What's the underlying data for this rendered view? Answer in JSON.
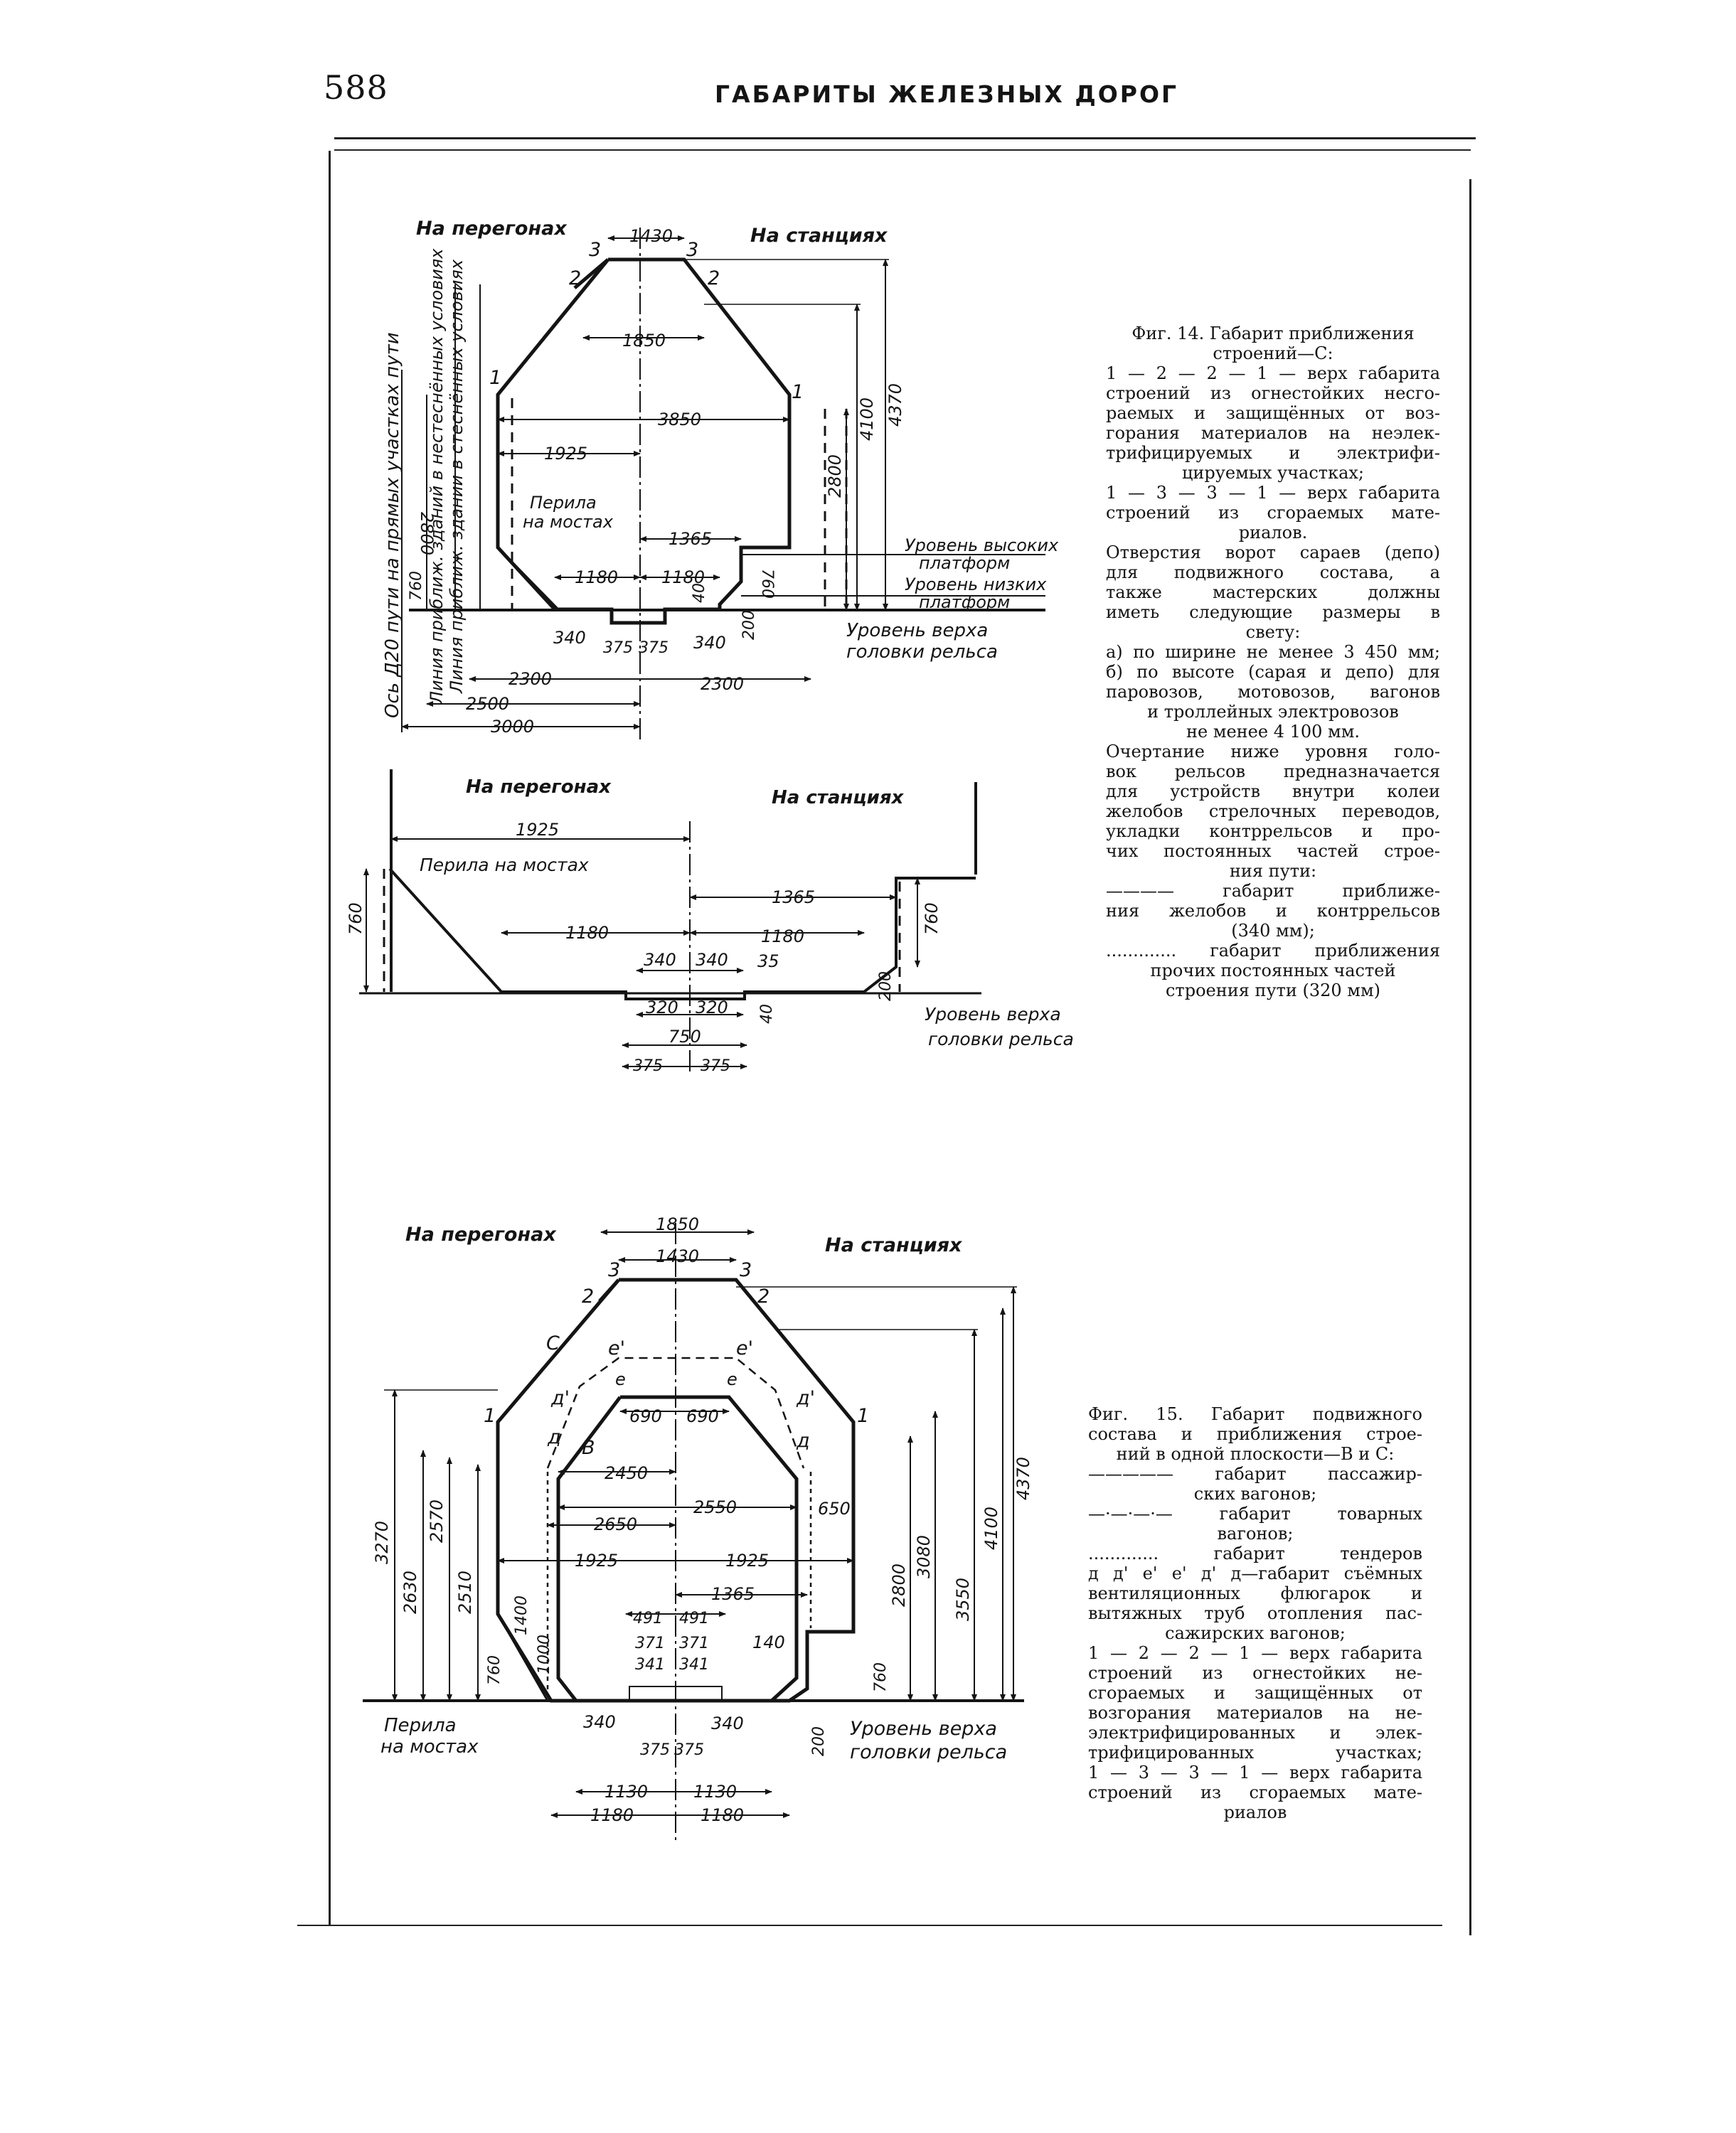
{
  "header": {
    "page_number": "588",
    "running_head": "ГАБАРИТЫ ЖЕЛЕЗНЫХ ДОРОГ"
  },
  "fig14": {
    "labels": {
      "na_peregonah": "На перегонах",
      "na_stantsiyah": "На станциях",
      "perila": "Перила",
      "na_mostah": "на мостах",
      "uroven_vysokih": "Уровень высоких",
      "platform_1": "платформ",
      "uroven_nizkih": "Уровень низких",
      "platform_2": "платформ",
      "uroven_verha": "Уровень верха",
      "golovki_relsa": "головки рельса",
      "axis_text": "Ось Д20 пути на прямых участках пути",
      "line_1": "Линия приближ. зданий в нестеснённых условиях",
      "line_2": "Линия приближ. здании в стеснённых условиях"
    },
    "points": {
      "p1l": "1",
      "p2l": "2",
      "p3l": "3",
      "p3r": "3",
      "p2r": "2",
      "p1r": "1"
    },
    "dims": {
      "d1430": "1430",
      "d1850": "1850",
      "d3850": "3850",
      "d1925": "1925",
      "d1365": "1365",
      "d1180l": "1180",
      "d1180r": "1180",
      "d40": "40",
      "d340l": "340",
      "d375l": "375",
      "d375r": "375",
      "d340r": "340",
      "d2300l": "2300",
      "d2300r": "2300",
      "d2500": "2500",
      "d3000": "3000",
      "d2800l": "2800",
      "d760l": "760",
      "d200": "200",
      "d760r": "760",
      "d2800r": "2800",
      "d4100": "4100",
      "d4370": "4370"
    }
  },
  "fig14_caption": {
    "title_1": "Фиг. 14. Габарит приближения",
    "title_2": "строений—С:",
    "l1": "1 — 2 — 2 — 1 — верх габарита",
    "l2": "строений из огнестойких несго-",
    "l3": "раемых и защищённых от воз-",
    "l4": "горания материалов на неэлек-",
    "l5": "трифицируемых и электрифи-",
    "l6": "цируемых участках;",
    "l7": "1 — 3 — 3 — 1 — верх габарита",
    "l8": "строений из сгораемых мате-",
    "l9": "риалов.",
    "l10": "Отверстия ворот сараев (депо)",
    "l11": "для подвижного состава, а",
    "l12": "также мастерских должны",
    "l13": "иметь следующие размеры в",
    "l14": "свету:",
    "l15": "а) по ширине не менее 3 450 мм;",
    "l16": "б) по высоте (сарая и депо) для",
    "l17": "паровозов, мотовозов, вагонов",
    "l18": "и троллейных электровозов",
    "l19": "не менее 4 100 мм.",
    "l20": "Очертание ниже уровня голо-",
    "l21": "вок рельсов предназначается",
    "l22": "для устройств внутри колеи",
    "l23": "желобов стрелочных переводов,",
    "l24": "укладки контррельсов и про-",
    "l25": "чих постоянных частей строе-",
    "l26": "ния пути:",
    "l27": "———— габарит приближе-",
    "l28": "ния желобов и контррельсов",
    "l29": "(340 мм);",
    "l30": "............. габарит приближения",
    "l31": "прочих постоянных частей",
    "l32": "строения пути (320 мм)"
  },
  "detail": {
    "labels": {
      "na_peregonah": "На перегонах",
      "na_stantsiyah": "На станциях",
      "perila": "Перила на мостах",
      "uroven_verha": "Уровень верха",
      "golovki_relsa": "головки рельса"
    },
    "dims": {
      "d1925": "1925",
      "d1365": "1365",
      "d1180l": "1180",
      "d1180r": "1180",
      "d340l": "340",
      "d340r": "340",
      "d35": "35",
      "d320l": "320",
      "d320r": "320",
      "d750": "750",
      "d375l": "375",
      "d375r": "375",
      "d40": "40",
      "d760l": "760",
      "d760r": "760",
      "d200": "200"
    }
  },
  "fig15": {
    "labels": {
      "na_peregonah": "На перегонах",
      "na_stantsiyah": "На станциях",
      "perila": "Перила",
      "na_mostah": "на мостах",
      "uroven_verha": "Уровень верха",
      "golovki_relsa": "головки рельса"
    },
    "points": {
      "p1l": "1",
      "p2l": "2",
      "p3l": "3",
      "p3r": "3",
      "p2r": "2",
      "p1r": "1",
      "c": "С",
      "b": "В",
      "e1l": "е'",
      "e1r": "е'",
      "el": "е",
      "er": "е",
      "d1l": "д'",
      "dl": "д",
      "d1r": "д'",
      "dr": "д"
    },
    "dims": {
      "d1850": "1850",
      "d1430": "1430",
      "d690l": "690",
      "d690r": "690",
      "d2450": "2450",
      "d2550": "2550",
      "d2650": "2650",
      "d1925l": "1925",
      "d1925r": "1925",
      "d1365": "1365",
      "d491l": "491",
      "d491r": "491",
      "d371l": "371",
      "d371r": "371",
      "d341l": "341",
      "d341r": "341",
      "d650": "650",
      "d140": "140",
      "d340l": "340",
      "d340r": "340",
      "d375l": "375",
      "d375r": "375",
      "d1130l": "1130",
      "d1130r": "1130",
      "d1180l": "1180",
      "d1180r": "1180",
      "d3270": "3270",
      "d2630": "2630",
      "d2570": "2570",
      "d2510": "2510",
      "d1400": "1400",
      "d1000": "1000",
      "d760l": "760",
      "d760r": "760",
      "d200": "200",
      "d2800": "2800",
      "d3080": "3080",
      "d3550": "3550",
      "d4100": "4100",
      "d4370": "4370"
    }
  },
  "fig15_caption": {
    "title_1": "Фиг. 15. Габарит подвижного",
    "title_2": "состава и приближения строе-",
    "title_3": "ний в одной плоскости—В и С:",
    "l1": "————— габарит пассажир-",
    "l2": "ских вагонов;",
    "l3": "—·—·—·— габарит товарных",
    "l4": "вагонов;",
    "l5": "............. габарит тендеров",
    "l6": "д д' е' е' д' д—габарит съёмных",
    "l7": "вентиляционных флюгарок и",
    "l8": "вытяжных труб отопления пас-",
    "l9": "сажирских вагонов;",
    "l10": "1 — 2 — 2 — 1 — верх габарита",
    "l11": "строений из огнестойких не-",
    "l12": "сгораемых и защищённых от",
    "l13": "возгорания материалов на не-",
    "l14": "электрифицированных и элек-",
    "l15": "трифицированных участках;",
    "l16": "1 — 3 — 3 — 1 — верх габарита",
    "l17": "строений из сгораемых мате-",
    "l18": "риалов"
  }
}
